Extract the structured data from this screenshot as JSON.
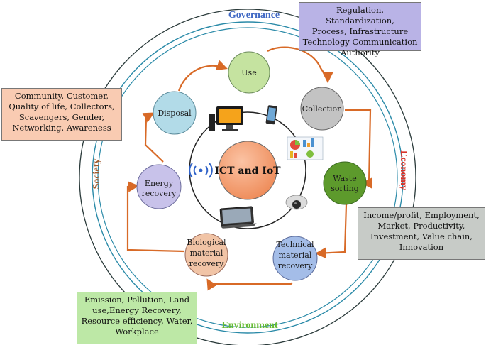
{
  "center": {
    "label": "ICT and IoT"
  },
  "dimensions": {
    "governance": "Governance",
    "economy": "Economy",
    "environment": "Environment",
    "society": "Society"
  },
  "boxes": {
    "governance": "Regulation, Standardization,\nProcess, Infrastructure\nTechnology Communication\nAuthority",
    "society": "Community, Customer,\nQuality of life, Collectors,\nScavengers, Gender,\nNetworking, Awareness",
    "economy": "Income/profit, Employment,\nMarket, Productivity,\nInvestment, Value chain,\nInnovation",
    "environment": "Emission, Pollution, Land\nuse,Energy Recovery,\nResource  efficiency, Water,\nWorkplace"
  },
  "stages": [
    {
      "id": "use",
      "lines": [
        "Use"
      ],
      "color": "#c5e3a0"
    },
    {
      "id": "collection",
      "lines": [
        "Collection"
      ],
      "color": "#c3c3c3"
    },
    {
      "id": "waste-sorting",
      "lines": [
        "Waste",
        "sorting"
      ],
      "color": "#5d9a2c"
    },
    {
      "id": "technical-material-recovery",
      "lines": [
        "Technical",
        "material",
        "recovery"
      ],
      "color": "#a4bde8"
    },
    {
      "id": "biological-material-recovery",
      "lines": [
        "Biological",
        "material",
        "recovery"
      ],
      "color": "#f1c4a6"
    },
    {
      "id": "energy-recovery",
      "lines": [
        "Energy",
        "recovery"
      ],
      "color": "#c8c2ea"
    },
    {
      "id": "disposal",
      "lines": [
        "Disposal"
      ],
      "color": "#b2dbe8"
    }
  ],
  "colors": {
    "governance": "#4169c4",
    "economy": "#d9342a",
    "environment": "#66bb33",
    "society": "#a05a2c",
    "flow_arrow": "#d86a27",
    "inner_ring": "#2a8aa8",
    "center_fill": "#f29a6c"
  },
  "icons": [
    "desktop-computer-icon",
    "smartphone-icon",
    "dashboard-chart-icon",
    "wireless-signal-icon",
    "security-camera-icon",
    "tablet-icon"
  ]
}
